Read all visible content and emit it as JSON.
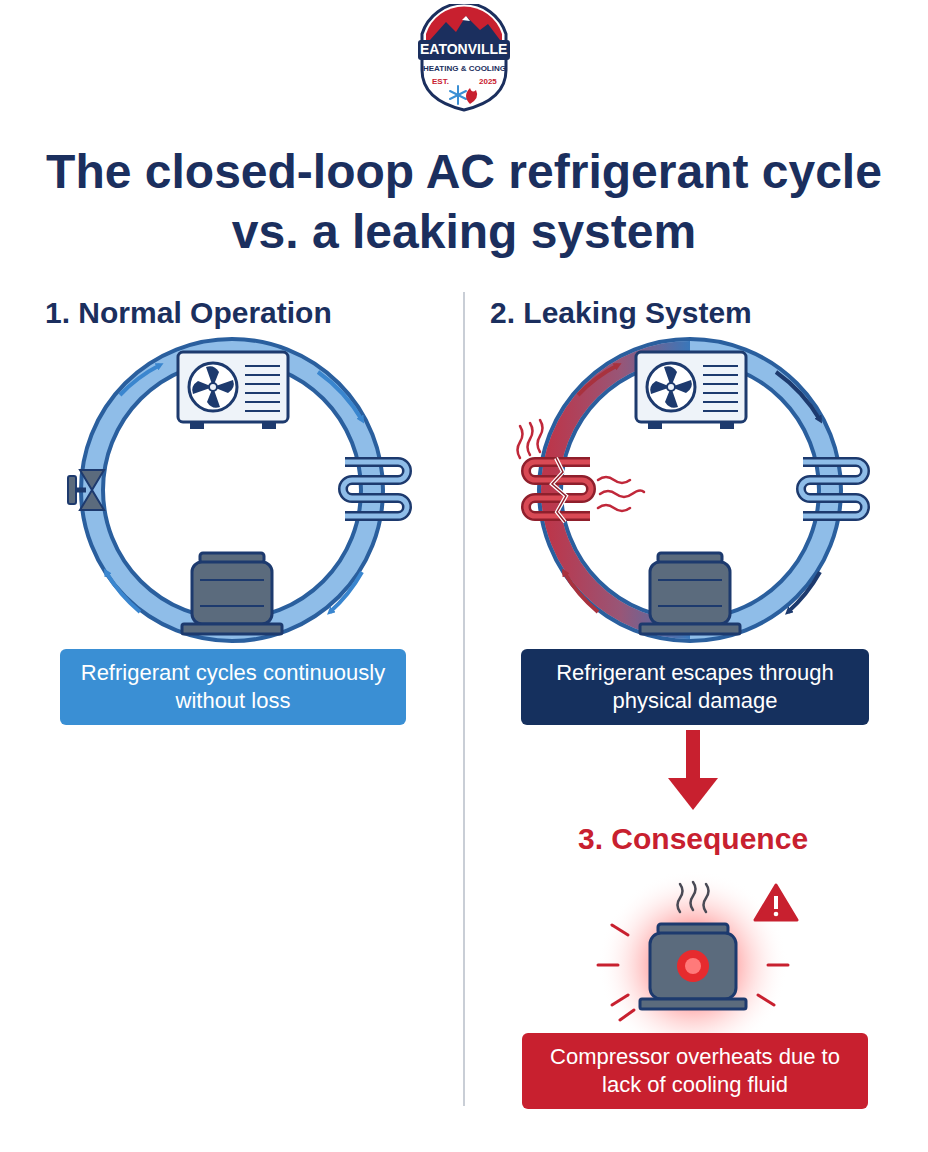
{
  "diagram": {
    "title": "The closed-loop AC refrigerant cycle vs. a leaking system",
    "nodes": [
      {
        "text": [
          "EATONVILLE",
          "HEATING & COOLING",
          "EST.",
          "2025"
        ]
      },
      {
        "text": [
          "Refrigerant cycles continuously without loss"
        ]
      },
      {
        "text": [
          "Refrigerant escapes through physical damage"
        ]
      },
      {
        "text": [
          "Compressor overheats due to lack of cooling fluid"
        ]
      }
    ],
    "labels": [
      "1. Normal Operation",
      "2. Leaking System",
      "3. Consequence"
    ]
  }
}
